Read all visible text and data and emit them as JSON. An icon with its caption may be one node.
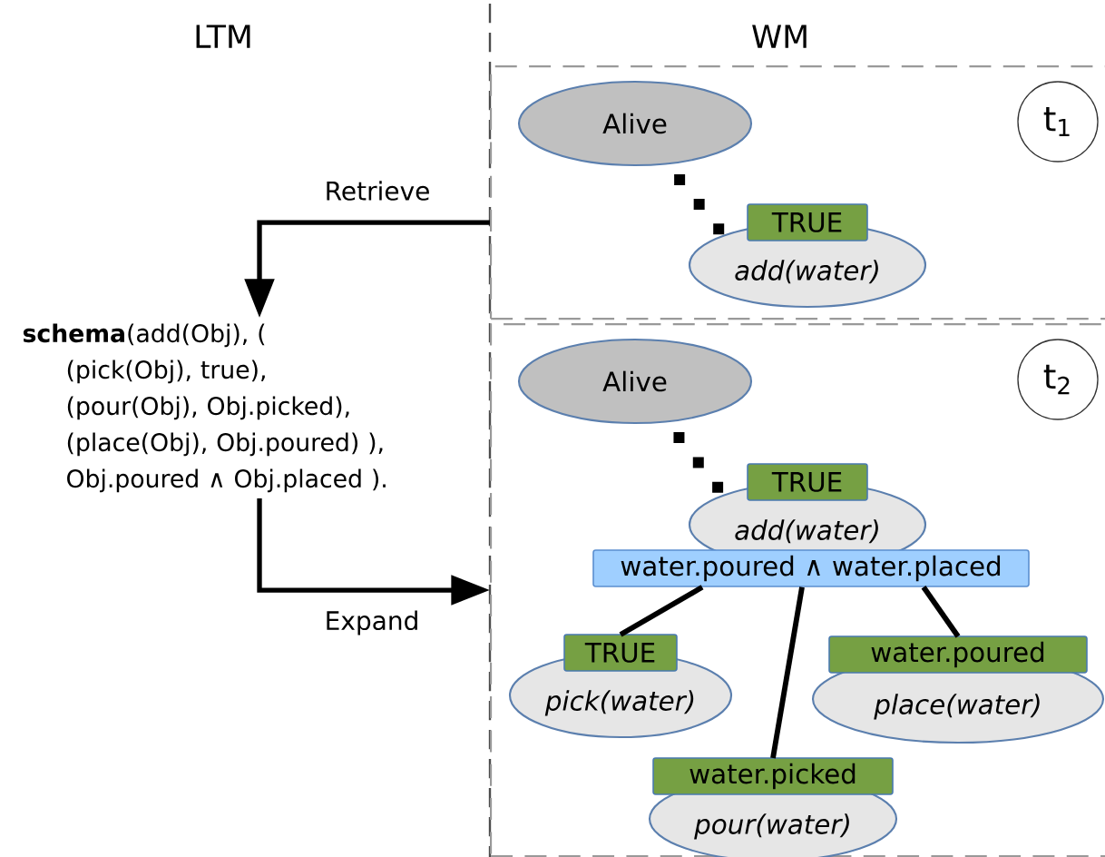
{
  "diagram": {
    "nodes": [
      {
        "text": [],
        "shape": "box"
      },
      {
        "text": [
          "Alive"
        ],
        "in": 0
      },
      {
        "text": [
          "TRUE",
          "add(water)"
        ],
        "in": 0
      },
      {
        "text": [
          "t$_{1}$"
        ],
        "in": 0
      },
      {
        "text": [],
        "shape": "box"
      },
      {
        "text": [
          "Alive"
        ],
        "in": 4
      },
      {
        "text": [
          "TRUE",
          "add(water)"
        ],
        "in": 4
      },
      {
        "text": [
          "water.poured ∧ water.placed"
        ],
        "in": 4
      },
      {
        "text": [
          "TRUE",
          "pick(water)"
        ],
        "in": 4
      },
      {
        "text": [
          "water.picked",
          "pour(water)"
        ],
        "in": 4
      },
      {
        "text": [
          "water.poured",
          "place(water)"
        ],
        "in": 4
      },
      {
        "text": [
          "t$_{2}$"
        ],
        "in": 4
      },
      {
        "text": [
          "**schema**(add(Obj), ( (pick(Obj), true), (pour(Obj), Obj.picked), (place(Obj), Obj.poured) ), Obj.poured ∧ Obj.placed )."
        ]
      }
    ],
    "edges": [
      {
        "from": 1,
        "to": 2,
        "arrow": "none",
        "style": "dashed"
      },
      {
        "from": 5,
        "to": 6,
        "arrow": "none",
        "style": "dashed"
      },
      {
        "from": 7,
        "to": 8,
        "arrow": "none"
      },
      {
        "from": 7,
        "to": 9,
        "arrow": "none"
      },
      {
        "from": 7,
        "to": 10,
        "arrow": "none"
      },
      {
        "from": 0,
        "to": 12,
        "arrow": "to",
        "label": "Retrieve"
      },
      {
        "from": 12,
        "to": 4,
        "arrow": "to",
        "label": "Expand"
      }
    ],
    "labels": [
      "LTM",
      "WM"
    ]
  }
}
